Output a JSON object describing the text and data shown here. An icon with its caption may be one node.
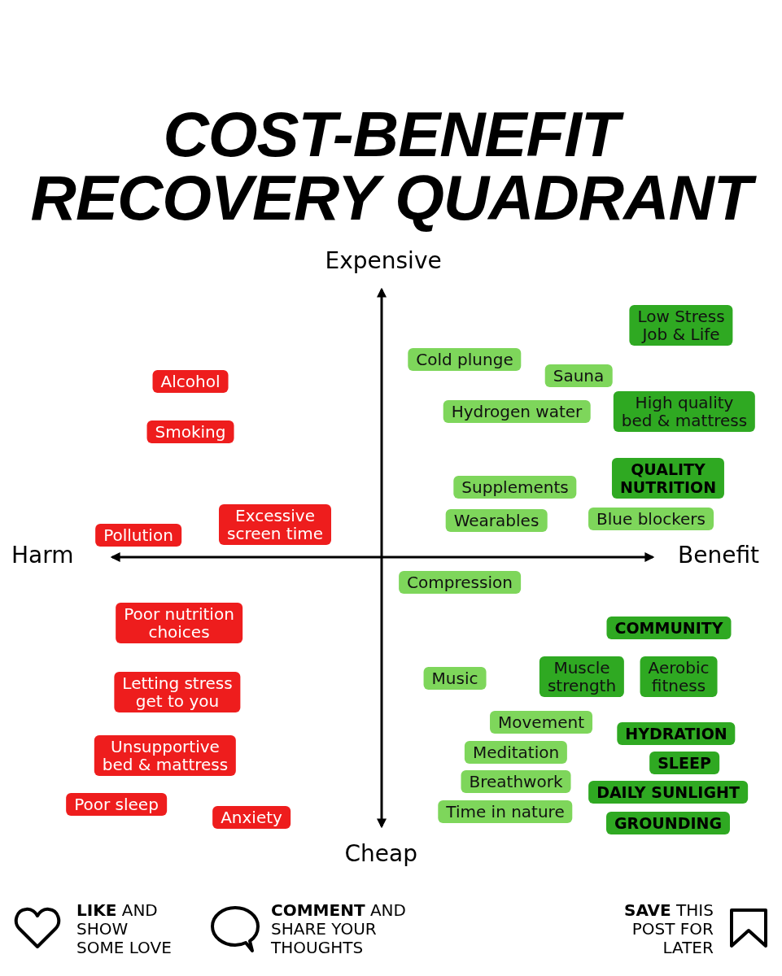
{
  "diagram": {
    "title": "COST-BENEFIT RECOVERY QUADRANT",
    "nodes": [
      {
        "text": [
          "Low Stress Job & Life"
        ]
      },
      {
        "text": [
          "Cold plunge"
        ]
      },
      {
        "text": [
          "Sauna"
        ]
      },
      {
        "text": [
          "Alcohol"
        ]
      },
      {
        "text": [
          "Hydrogen water"
        ]
      },
      {
        "text": [
          "High quality bed & mattress"
        ]
      },
      {
        "text": [
          "Smoking"
        ]
      },
      {
        "text": [
          "QUALITY NUTRITION"
        ]
      },
      {
        "text": [
          "Supplements"
        ]
      },
      {
        "text": [
          "Wearables"
        ]
      },
      {
        "text": [
          "Blue blockers"
        ]
      },
      {
        "text": [
          "Excessive screen time"
        ]
      },
      {
        "text": [
          "Pollution"
        ]
      },
      {
        "text": [
          "Compression"
        ]
      },
      {
        "text": [
          "COMMUNITY"
        ]
      },
      {
        "text": [
          "Poor nutrition choices"
        ]
      },
      {
        "text": [
          "Music"
        ]
      },
      {
        "text": [
          "Muscle strength"
        ]
      },
      {
        "text": [
          "Aerobic fitness"
        ]
      },
      {
        "text": [
          "Letting stress get to you"
        ]
      },
      {
        "text": [
          "Movement"
        ]
      },
      {
        "text": [
          "HYDRATION"
        ]
      },
      {
        "text": [
          "Meditation"
        ]
      },
      {
        "text": [
          "Unsupportive bed & mattress"
        ]
      },
      {
        "text": [
          "SLEEP"
        ]
      },
      {
        "text": [
          "Breathwork"
        ]
      },
      {
        "text": [
          "DAILY SUNLIGHT"
        ]
      },
      {
        "text": [
          "Poor sleep"
        ]
      },
      {
        "text": [
          "Time in nature"
        ]
      },
      {
        "text": [
          "Anxiety"
        ]
      },
      {
        "text": [
          "GROUNDING"
        ]
      }
    ],
    "labels": [
      "Expensive",
      "Harm",
      "Benefit",
      "Cheap",
      "**LIKE** AND SHOW SOME LOVE",
      "**COMMENT** AND SHARE YOUR THOUGHTS",
      "**SAVE** THIS POST FOR LATER"
    ]
  }
}
